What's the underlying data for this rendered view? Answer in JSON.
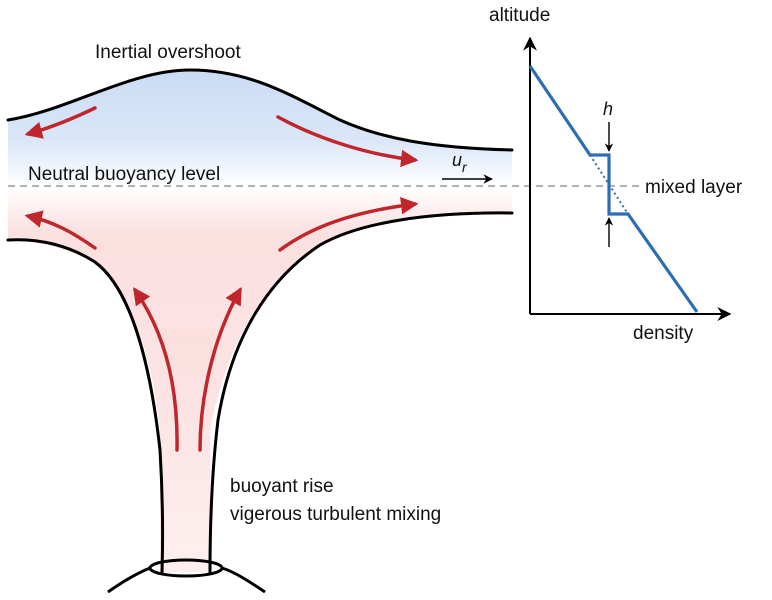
{
  "labels": {
    "overshoot": "Inertial overshoot",
    "neutral": "Neutral buoyancy level",
    "rise_line1": "buoyant rise",
    "rise_line2": "vigerous turbulent mixing",
    "altitude": "altitude",
    "density": "density",
    "mixed_layer": "mixed layer",
    "h": "h",
    "u": "u",
    "u_sub": "r"
  },
  "colors": {
    "arrow": "#c0272d",
    "profile": "#2e6db5",
    "overshoot_fill": "#c9dcf5",
    "plume_fill": "#fbdcdc",
    "outline": "#000000",
    "neutral_line": "#9a9a9a"
  }
}
